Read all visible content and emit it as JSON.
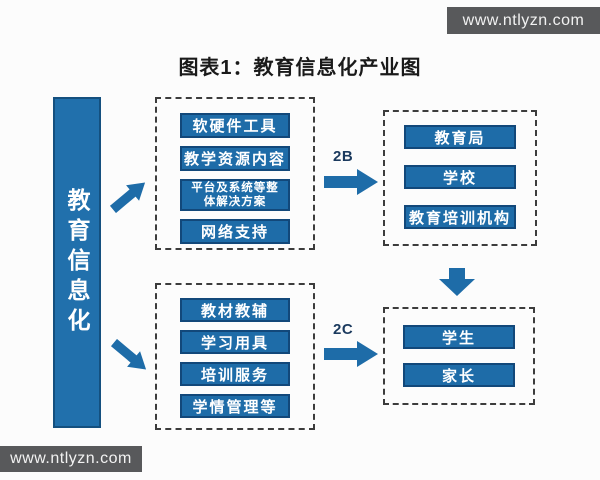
{
  "title": "图表1：教育信息化产业图",
  "watermarks": {
    "top_right": "www.ntlyzn.com",
    "bottom_left": "www.ntlyzn.com"
  },
  "left_bar": {
    "label": "教育信息化"
  },
  "flows": {
    "b2b_label": "2B",
    "b2c_label": "2C"
  },
  "boxes": {
    "supply_top": {
      "items": [
        "软硬件工具",
        "教学资源内容",
        "平台及系统等整体解决方案",
        "网络支持"
      ]
    },
    "demand_top": {
      "items": [
        "教育局",
        "学校",
        "教育培训机构"
      ]
    },
    "supply_bottom": {
      "items": [
        "教材教辅",
        "学习用具",
        "培训服务",
        "学情管理等"
      ]
    },
    "demand_bottom": {
      "items": [
        "学生",
        "家长"
      ]
    }
  },
  "colors": {
    "bar_blue": "#1e6ca8",
    "bar_border_navy": "#12487a",
    "vertical_bar_blue": "#2170ac",
    "arrow_blue": "#1e6ca8",
    "flow_label_navy": "#1b3a5e",
    "dashed_border": "#3c3c3c",
    "watermark_bg": "#58595b",
    "background": "#fcfcfc"
  }
}
